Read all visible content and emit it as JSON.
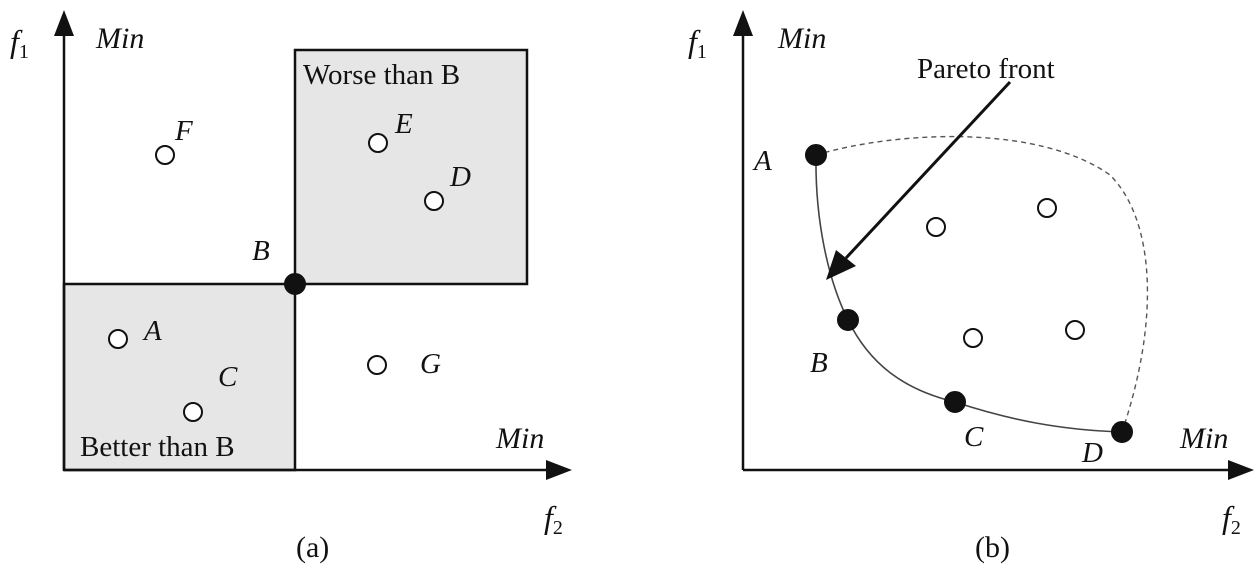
{
  "panel_a": {
    "axis_y_label": "f",
    "axis_y_sub": "1",
    "axis_x_label": "f",
    "axis_x_sub": "2",
    "y_direction": "Min",
    "x_direction": "Min",
    "worse_region_label": "Worse than B",
    "better_region_label": "Better than B",
    "points": {
      "A": "A",
      "B": "B",
      "C": "C",
      "D": "D",
      "E": "E",
      "F": "F",
      "G": "G"
    },
    "caption": "(a)"
  },
  "panel_b": {
    "axis_y_label": "f",
    "axis_y_sub": "1",
    "axis_x_label": "f",
    "axis_x_sub": "2",
    "y_direction": "Min",
    "x_direction": "Min",
    "front_label": "Pareto front",
    "points": {
      "A": "A",
      "B": "B",
      "C": "C",
      "D": "D"
    },
    "caption": "(b)"
  },
  "colors": {
    "region_fill": "#e6e6e6",
    "ink": "#111111"
  }
}
